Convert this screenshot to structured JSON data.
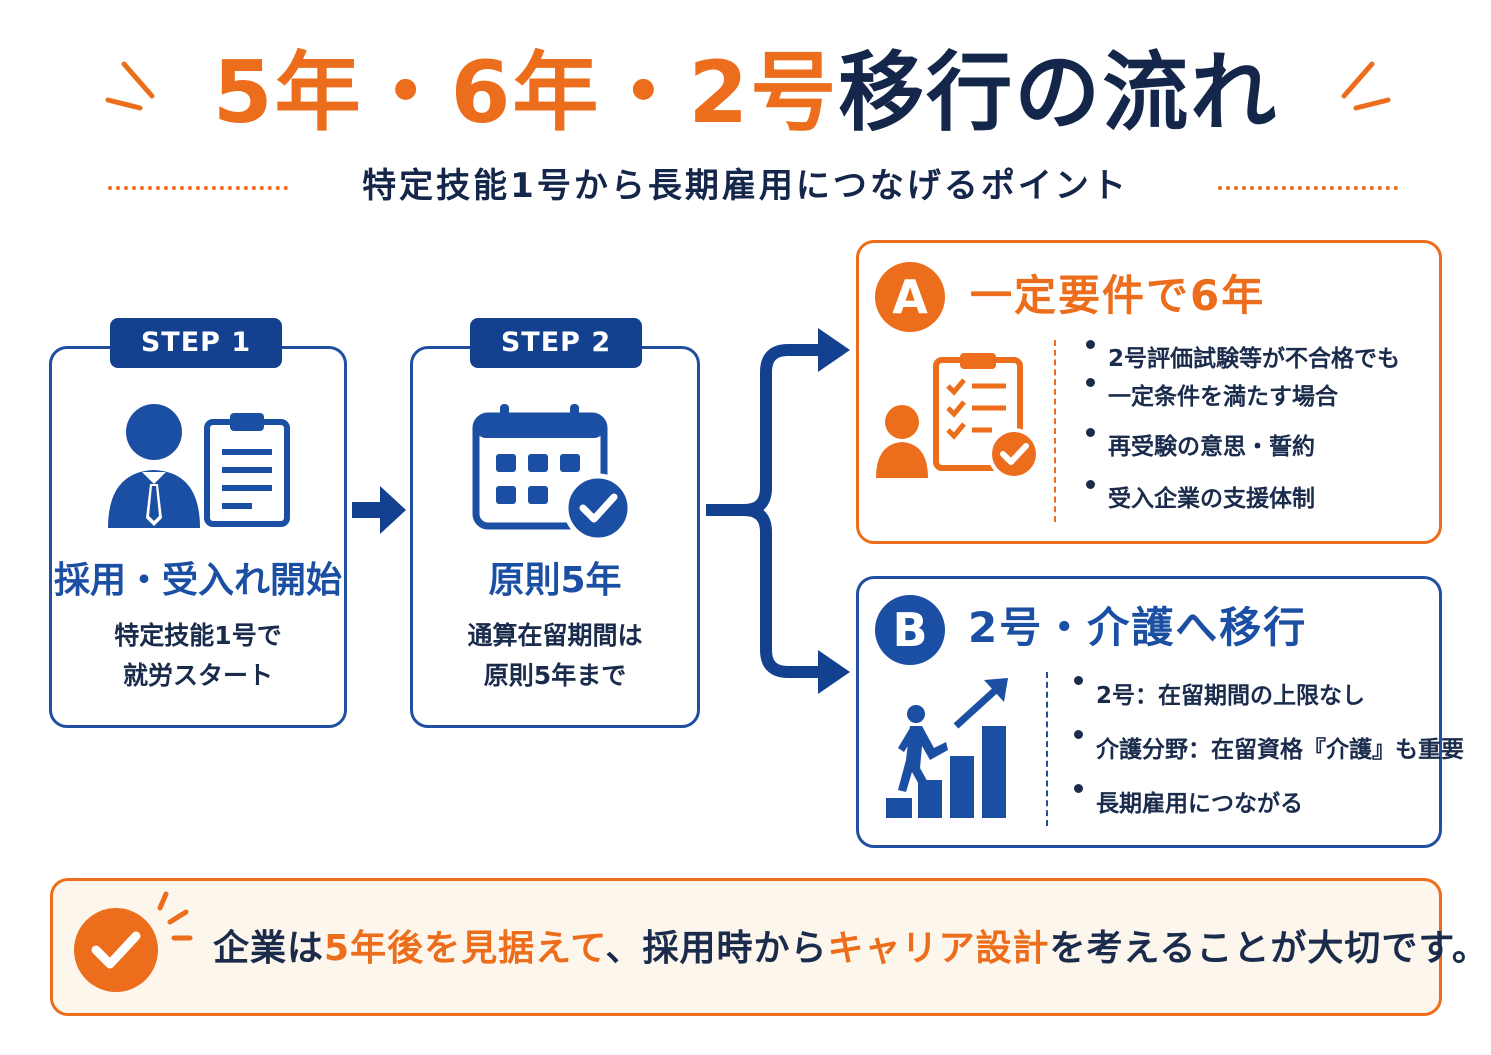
{
  "title": {
    "part1": "5年・6年・2号",
    "part2": "移行の流れ"
  },
  "subtitle": "特定技能1号から長期雇用につなげるポイント",
  "steps": [
    {
      "tag": "STEP 1",
      "title": "採用・受入れ開始",
      "desc_line1": "特定技能1号で",
      "desc_line2": "就労スタート"
    },
    {
      "tag": "STEP 2",
      "title": "原則5年",
      "desc_line1": "通算在留期間は",
      "desc_line2": "原則5年まで"
    }
  ],
  "options": [
    {
      "badge": "A",
      "title": "一定要件で6年",
      "items": [
        "2号評価試験等が不合格でも",
        "一定条件を満たす場合",
        "再受験の意思・誓約",
        "受入企業の支援体制"
      ]
    },
    {
      "badge": "B",
      "title": "2号・介護へ移行",
      "items": [
        "2号：在留期間の上限なし",
        "介護分野：在留資格『介護』も重要",
        "長期雇用につながる"
      ]
    }
  ],
  "banner": {
    "t1": "企業は",
    "h1": "5年後を見据えて",
    "t2": "、採用時から",
    "h2": "キャリア設計",
    "t3": "を考えることが大切です。"
  },
  "colors": {
    "orange": "#ec6d1b",
    "navy": "#14264a",
    "blue": "#1f4fa0"
  },
  "icons": [
    "person-icon",
    "clipboard-icon",
    "calendar-check-icon",
    "checklist-person-icon",
    "climb-growth-icon",
    "check-circle-icon"
  ]
}
